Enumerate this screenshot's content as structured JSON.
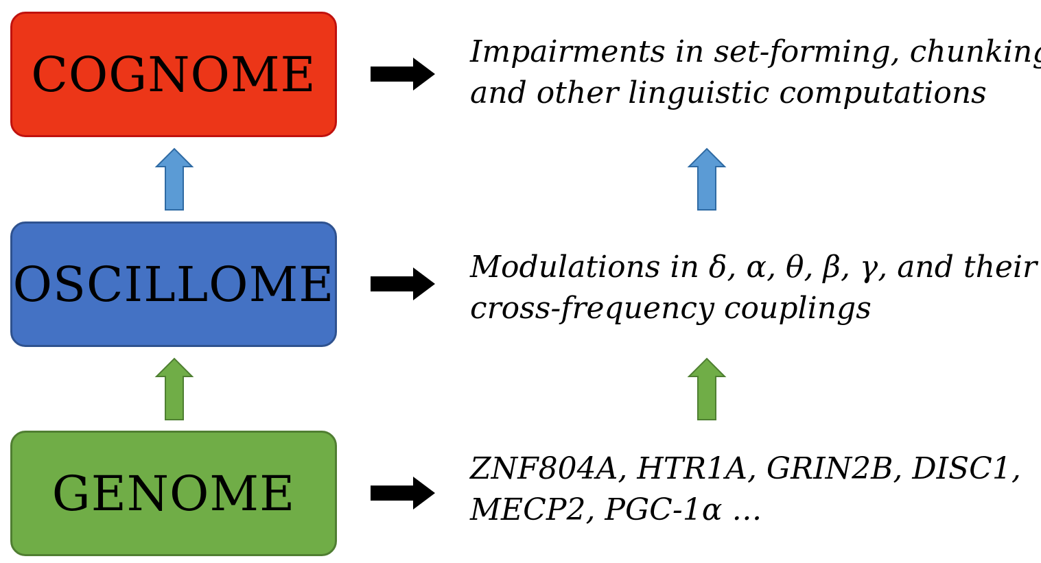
{
  "colors": {
    "cognome_fill": "#EC3618",
    "cognome_border": "#C0120E",
    "oscillome_fill": "#4472C4",
    "oscillome_border": "#2F528F",
    "genome_fill": "#70AD47",
    "genome_border": "#507E32",
    "blue_arrow_fill": "#5B9BD5",
    "blue_arrow_border": "#2E6AA3",
    "green_arrow_fill": "#70AD47",
    "green_arrow_border": "#4E7F31",
    "right_arrow_fill": "#000000"
  },
  "levels": {
    "cognome": {
      "label": "COGNOME",
      "description_lines": [
        "Impairments in set-forming, chunking,",
        "and other linguistic computations"
      ]
    },
    "oscillome": {
      "label": "OSCILLOME",
      "description_lines": [
        "Modulations in δ, α, θ, β, γ, and their",
        "cross-frequency couplings"
      ]
    },
    "genome": {
      "label": "GENOME",
      "description_lines": [
        "ZNF804A, HTR1A, GRIN2B, DISC1,",
        "MECP2, PGC-1α …"
      ]
    }
  },
  "icons": {
    "right_arrow": "right-arrow-icon",
    "up_arrow": "up-arrow-icon"
  }
}
